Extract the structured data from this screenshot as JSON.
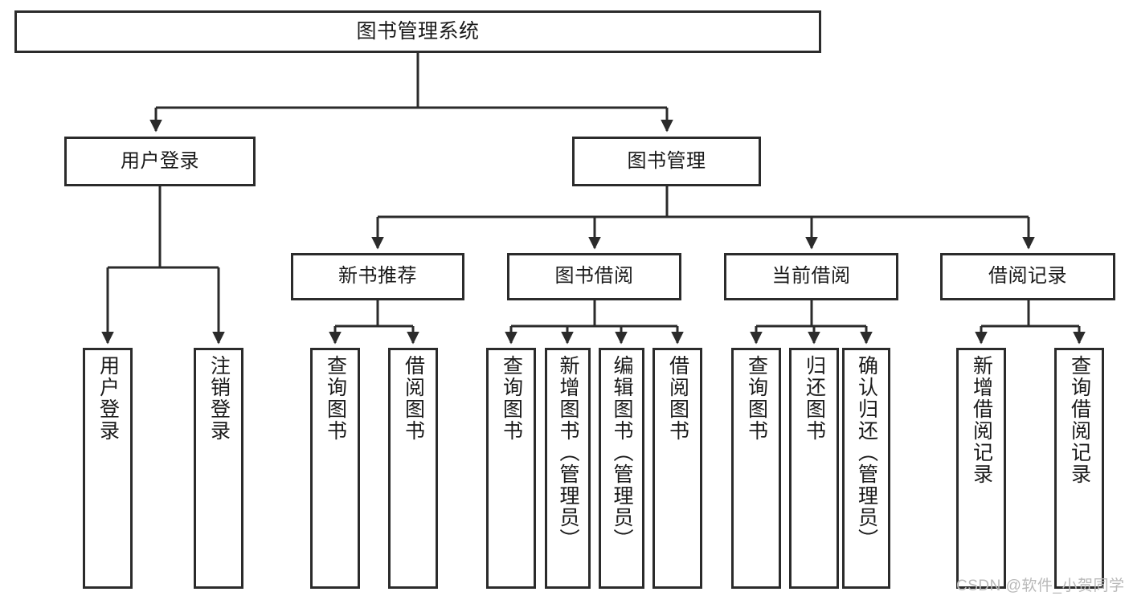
{
  "diagram": {
    "title": "图书管理系统",
    "type": "hierarchy-tree",
    "watermark": "CSDN @软件_小贺同学",
    "colors": {
      "border": "#2b2b2b",
      "box_fill": "#ffffff",
      "text": "#1a1a1a",
      "connector": "#2b2b2b",
      "watermark": "#b9b9b9",
      "background": "#ffffff"
    },
    "levels": {
      "level1": [
        {
          "id": "root",
          "label": "图书管理系统",
          "orientation": "horizontal"
        }
      ],
      "level2": [
        {
          "id": "user-login",
          "label": "用户登录",
          "orientation": "horizontal"
        },
        {
          "id": "book-management",
          "label": "图书管理",
          "orientation": "horizontal"
        }
      ],
      "level3": [
        {
          "id": "new-book-recommend",
          "label": "新书推荐",
          "orientation": "horizontal"
        },
        {
          "id": "book-borrow",
          "label": "图书借阅",
          "orientation": "horizontal"
        },
        {
          "id": "current-borrow",
          "label": "当前借阅",
          "orientation": "horizontal"
        },
        {
          "id": "borrow-record",
          "label": "借阅记录",
          "orientation": "horizontal"
        }
      ],
      "level4": [
        {
          "id": "leaf-user-login",
          "label": "用户登录",
          "parent": "user-login",
          "orientation": "vertical"
        },
        {
          "id": "leaf-logout-login",
          "label": "注销登录",
          "parent": "user-login",
          "orientation": "vertical"
        },
        {
          "id": "leaf-query-book-rec",
          "label": "查询图书",
          "parent": "new-book-recommend",
          "orientation": "vertical"
        },
        {
          "id": "leaf-borrow-book-rec",
          "label": "借阅图书",
          "parent": "new-book-recommend",
          "orientation": "vertical"
        },
        {
          "id": "leaf-query-book-borrow",
          "label": "查询图书",
          "parent": "book-borrow",
          "orientation": "vertical"
        },
        {
          "id": "leaf-add-book-admin",
          "label": "新增图书（管理员）",
          "parent": "book-borrow",
          "orientation": "vertical"
        },
        {
          "id": "leaf-edit-book-admin",
          "label": "编辑图书（管理员）",
          "parent": "book-borrow",
          "orientation": "vertical"
        },
        {
          "id": "leaf-borrow-book",
          "label": "借阅图书",
          "parent": "book-borrow",
          "orientation": "vertical"
        },
        {
          "id": "leaf-query-book-current",
          "label": "查询图书",
          "parent": "current-borrow",
          "orientation": "vertical"
        },
        {
          "id": "leaf-return-book",
          "label": "归还图书",
          "parent": "current-borrow",
          "orientation": "vertical"
        },
        {
          "id": "leaf-confirm-return-admin",
          "label": "确认归还（管理员）",
          "parent": "current-borrow",
          "orientation": "vertical"
        },
        {
          "id": "leaf-add-borrow-record",
          "label": "新增借阅记录",
          "parent": "borrow-record",
          "orientation": "vertical"
        },
        {
          "id": "leaf-query-borrow-record",
          "label": "查询借阅记录",
          "parent": "borrow-record",
          "orientation": "vertical"
        }
      ]
    }
  }
}
